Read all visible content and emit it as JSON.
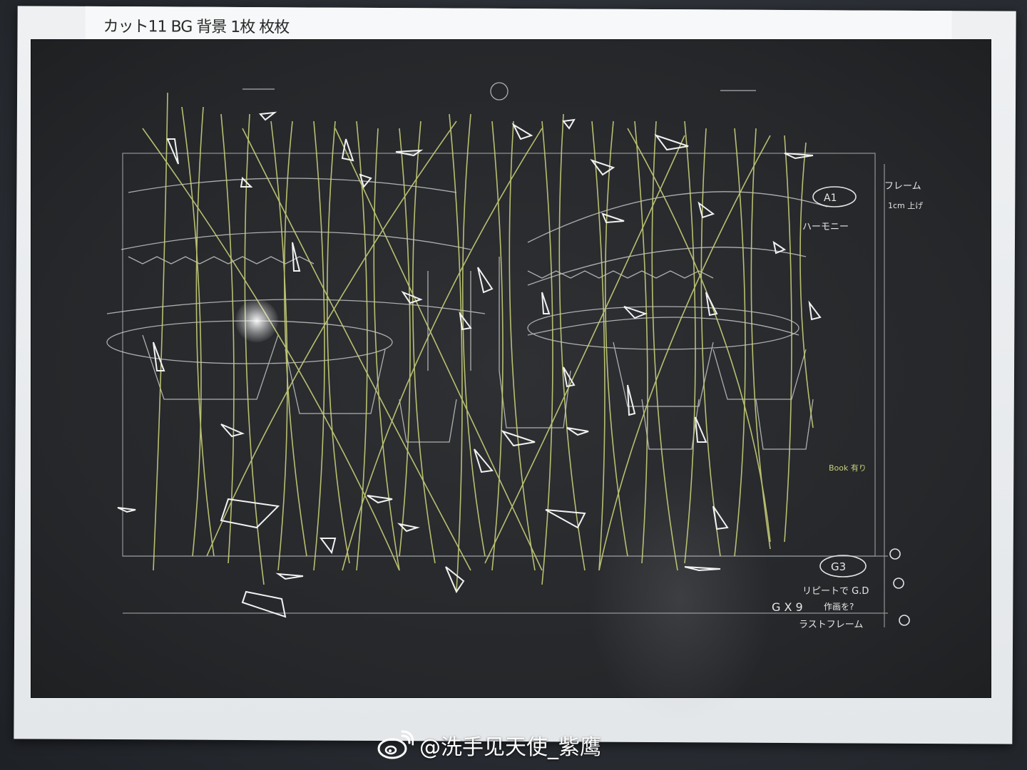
{
  "photo": {
    "subject": "framed animation layout sheet under glass",
    "sheet_header": "カット11 BG 背景 1枚 枚枚",
    "notes": {
      "frame_label": "フレーム",
      "frame_move": "1cm 上げ",
      "mark_a1": "A1",
      "harmony": "ハーモニー",
      "book": "Book 有り",
      "mark_g3": "G3",
      "repeat": "リピートで G.D",
      "draw": "作画を?",
      "gx9": "G X 9",
      "last_frame": "ラストフレーム"
    }
  },
  "watermark": {
    "logo_icon": "weibo-logo-icon",
    "text": "@洗手见天使_紫鹰"
  },
  "colors": {
    "board": "#26282b",
    "chalk_white": "#e8e8e8",
    "chalk_yellow": "#c9cf7a",
    "paper": "#eceef0"
  }
}
